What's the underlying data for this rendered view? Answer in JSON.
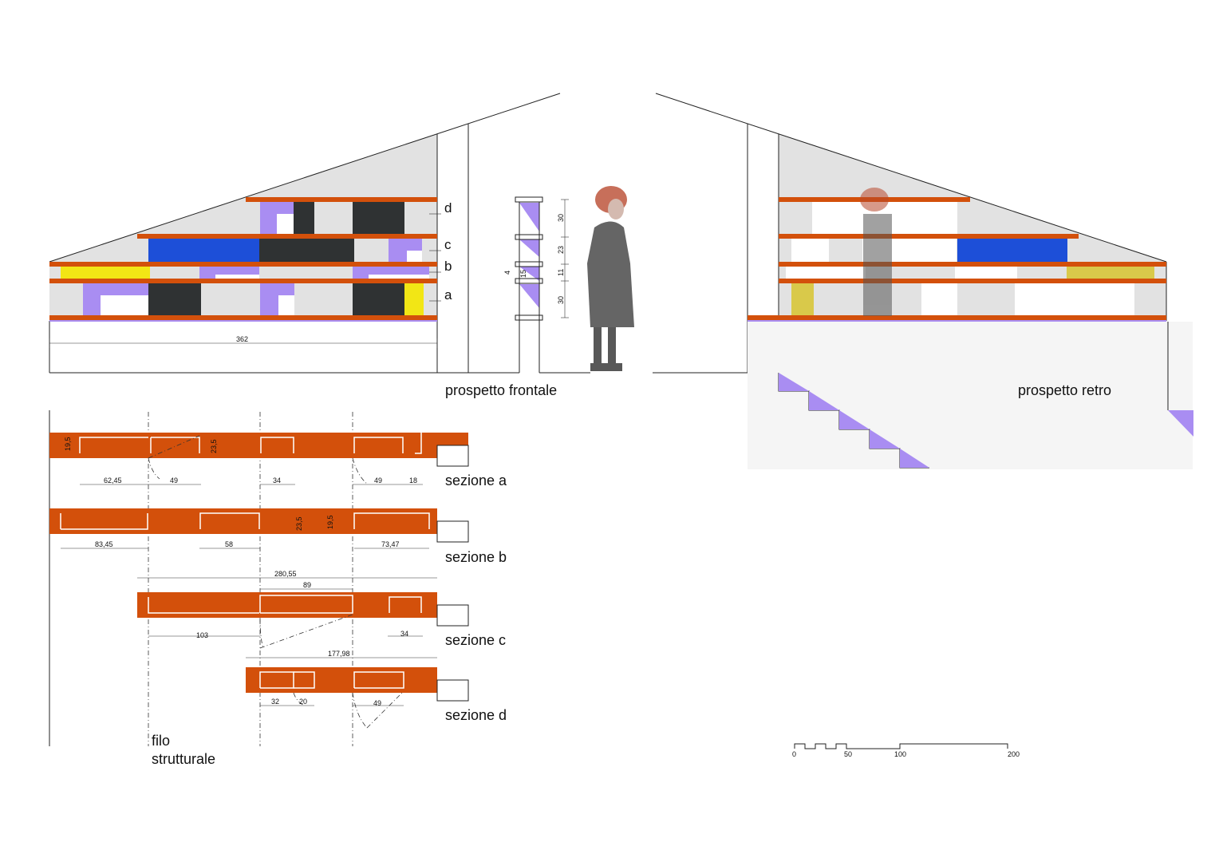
{
  "colors": {
    "wood": "#d3500b",
    "wall": "#e2e2e2",
    "violet": "#a98df2",
    "blue": "#1d4fd8",
    "dark": "#2f3233",
    "yellow": "#f2e615",
    "white": "#ffffff",
    "line": "#222222"
  },
  "labels": {
    "front_title": "prospetto frontale",
    "back_title": "prospetto retro",
    "level_d": "d",
    "level_c": "c",
    "level_b": "b",
    "level_a": "a",
    "width_362": "362",
    "filo": "filo",
    "strutturale": "strutturale"
  },
  "section_profile": {
    "d30a": "30",
    "d23": "23",
    "d11": "11",
    "d30b": "30",
    "d4": "4",
    "d15": "15"
  },
  "sections": {
    "a": {
      "title": "sezione a",
      "dims": [
        "62,45",
        "49",
        "34",
        "49",
        "18"
      ],
      "depths": [
        "19,5",
        "23,5"
      ]
    },
    "b": {
      "title": "sezione b",
      "dims": [
        "83,45",
        "58",
        "73,47"
      ],
      "depths": [
        "23,5",
        "19,5"
      ]
    },
    "c": {
      "title": "sezione c",
      "dims": [
        "280,55",
        "89",
        "103",
        "34"
      ]
    },
    "d": {
      "title": "sezione d",
      "dims": [
        "177,98",
        "32",
        "20",
        "49"
      ]
    }
  },
  "scale_bar": {
    "ticks": [
      "0",
      "50",
      "100",
      "200"
    ]
  }
}
